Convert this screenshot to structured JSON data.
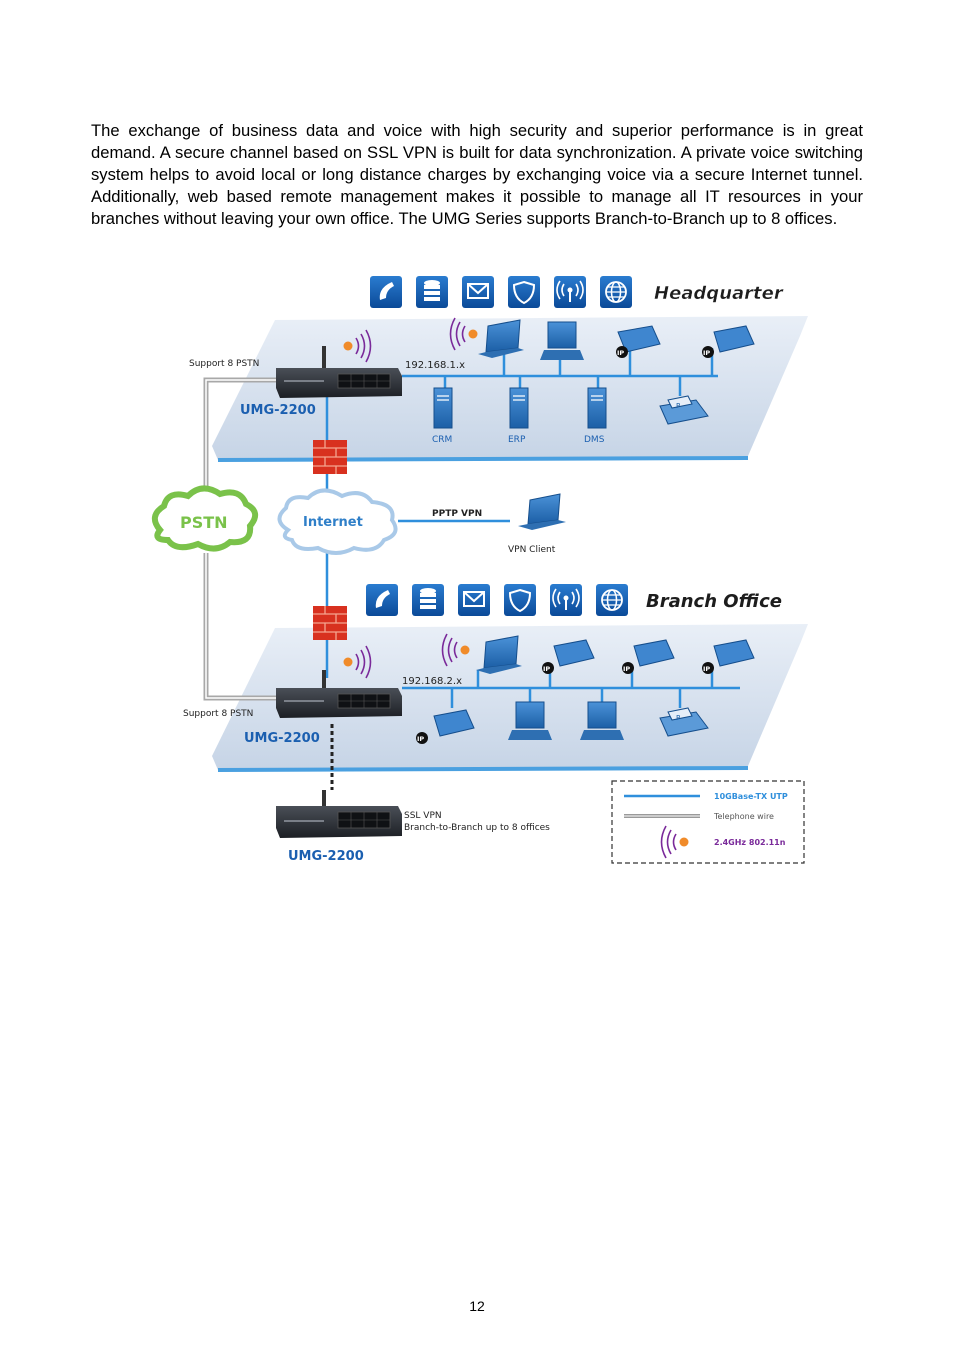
{
  "body_text": "The exchange of business data and voice with high security and superior performance is in great demand. A secure channel based on SSL VPN is built for data synchronization. A private voice switching system helps to avoid local or long distance charges by exchanging voice via a secure Internet tunnel. Additionally, web based remote management makes it possible to manage all IT resources in your branches without leaving your own office. The UMG Series supports Branch-to-Branch up to 8 offices.",
  "diagram": {
    "hq_title": "Headquarter",
    "branch_title": "Branch Office",
    "hq_device": "UMG-2200",
    "branch_device": "UMG-2200",
    "remote_device": "UMG-2200",
    "hq_pstn": "Support 8 PSTN",
    "branch_pstn": "Support 8 PSTN",
    "hq_subnet": "192.168.1.x",
    "branch_subnet": "192.168.2.x",
    "servers": [
      "CRM",
      "ERP",
      "DMS"
    ],
    "pstn_cloud": "PSTN",
    "internet_cloud": "Internet",
    "pptp": "PPTP VPN",
    "vpn_client": "VPN Client",
    "ssl_vpn": "SSL VPN",
    "branch_to_branch": "Branch-to-Branch up to 8 offices",
    "ip_badge": "IP",
    "printer_badge": "P",
    "legend": [
      {
        "label": "10GBase-TX UTP",
        "color": "#2f8fdc"
      },
      {
        "label": "Telephone wire",
        "color": "#9a9a9a"
      },
      {
        "label": "2.4GHz 802.11n",
        "color": "#7a2a9a"
      }
    ],
    "service_icons": [
      "phone-icon",
      "database-icon",
      "mail-icon",
      "shield-icon",
      "wireless-icon",
      "globe-icon"
    ]
  },
  "page_number": "12"
}
